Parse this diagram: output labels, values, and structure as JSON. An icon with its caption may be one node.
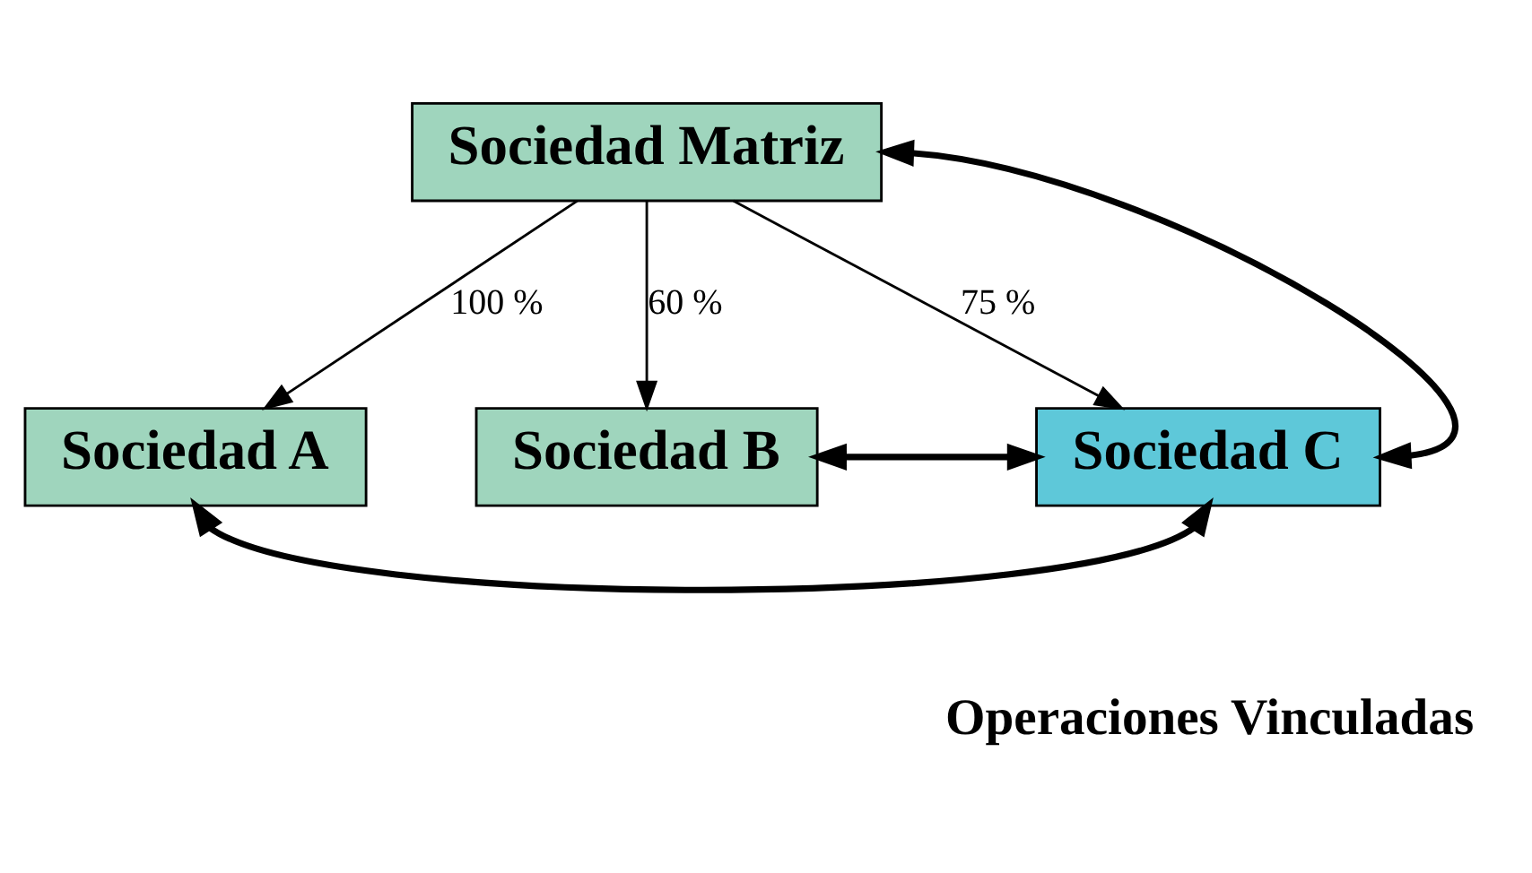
{
  "diagram": {
    "nodes": [
      {
        "text": [
          "Sociedad Matriz"
        ]
      },
      {
        "text": [
          "Sociedad A"
        ]
      },
      {
        "text": [
          "Sociedad B"
        ]
      },
      {
        "text": [
          "Sociedad C"
        ]
      }
    ],
    "edges": [
      {
        "from": 0,
        "to": 1,
        "arrow": "to",
        "label": "100 %"
      },
      {
        "from": 0,
        "to": 2,
        "arrow": "to",
        "label": "60 %"
      },
      {
        "from": 0,
        "to": 3,
        "arrow": "to",
        "label": "75 %"
      },
      {
        "from": 3,
        "to": 0,
        "arrow": "both",
        "style": "thick"
      },
      {
        "from": 2,
        "to": 3,
        "arrow": "both",
        "style": "thick"
      },
      {
        "from": 1,
        "to": 3,
        "arrow": "both",
        "style": "thick"
      }
    ],
    "labels": [
      "Operaciones Vinculadas"
    ]
  }
}
